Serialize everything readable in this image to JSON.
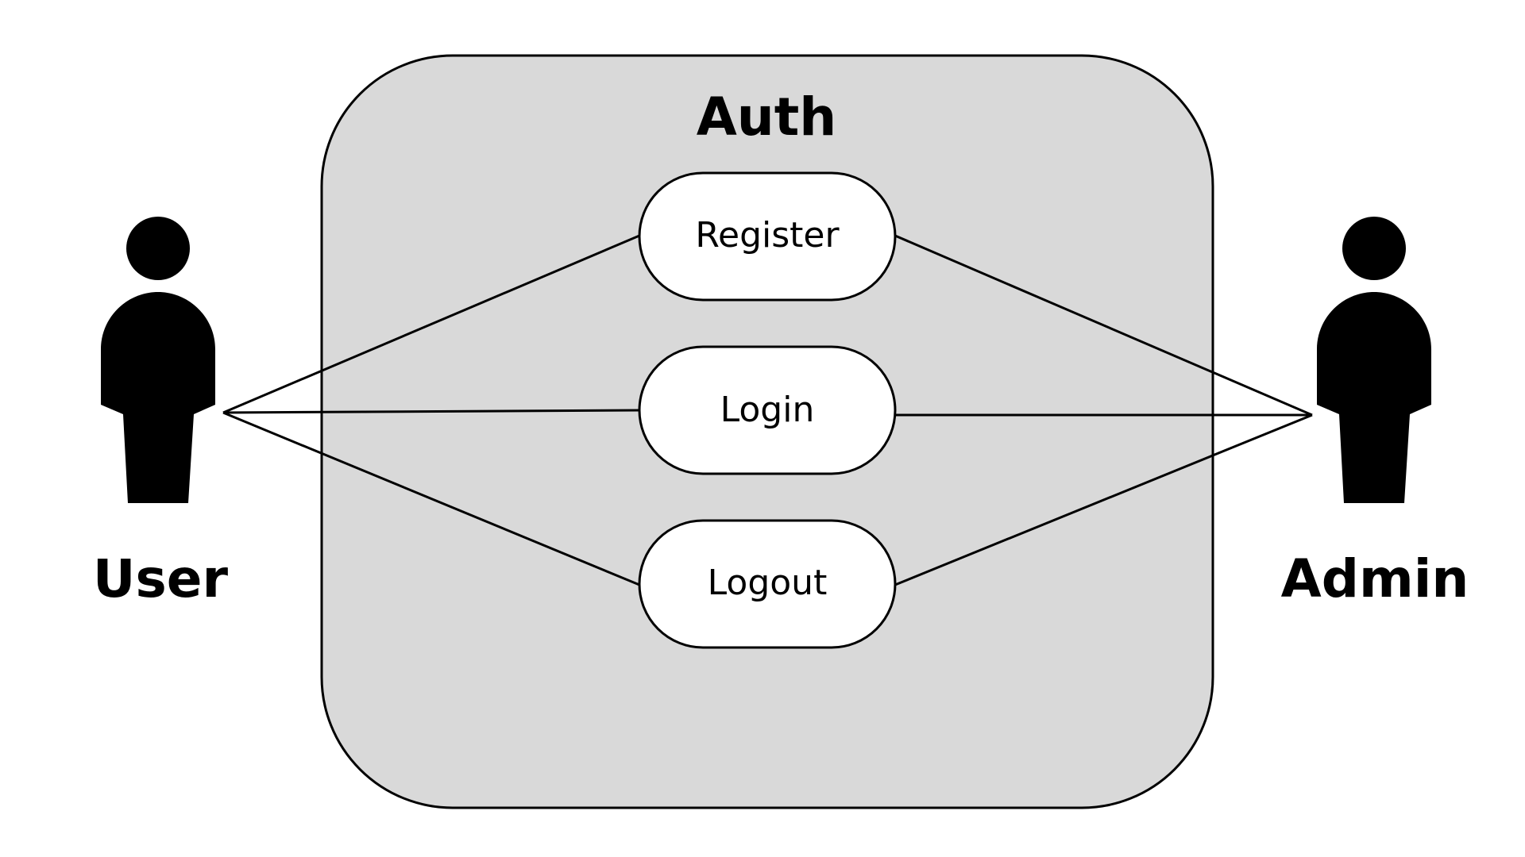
{
  "system": {
    "title": "Auth",
    "fill_color": "#d9d9d9",
    "stroke_color": "#000000"
  },
  "actors": {
    "left": {
      "label": "User",
      "icon": "person-icon"
    },
    "right": {
      "label": "Admin",
      "icon": "person-icon"
    }
  },
  "use_cases": [
    {
      "label": "Register"
    },
    {
      "label": "Login"
    },
    {
      "label": "Logout"
    }
  ],
  "associations": [
    {
      "actor": "User",
      "use_case": "Register"
    },
    {
      "actor": "User",
      "use_case": "Login"
    },
    {
      "actor": "User",
      "use_case": "Logout"
    },
    {
      "actor": "Admin",
      "use_case": "Register"
    },
    {
      "actor": "Admin",
      "use_case": "Login"
    },
    {
      "actor": "Admin",
      "use_case": "Logout"
    }
  ]
}
